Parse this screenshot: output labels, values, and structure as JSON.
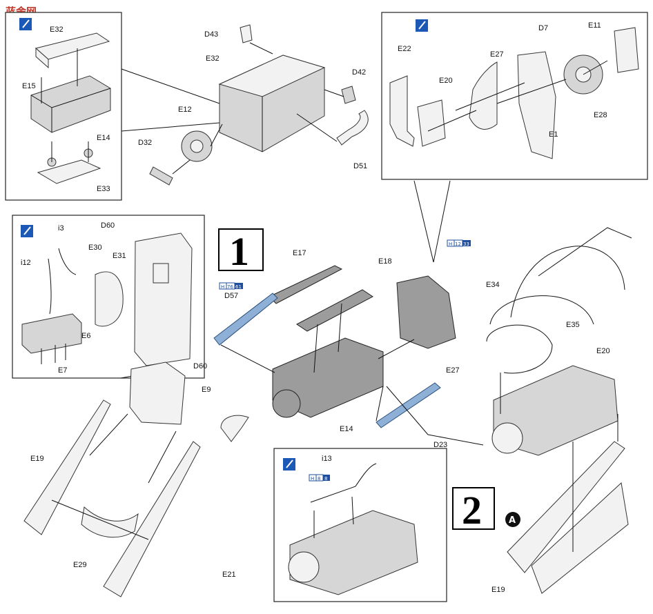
{
  "watermark": "蓝舍网",
  "step1": "1",
  "step2": "2",
  "callout_a": "A",
  "color_tags": {
    "d57": [
      "H",
      "76",
      "61"
    ],
    "e27": [
      "H",
      "12",
      "33"
    ],
    "i13": [
      "H",
      "8",
      "8"
    ]
  },
  "parts": {
    "e32_a": "E32",
    "e15": "E15",
    "e14_a": "E14",
    "e33": "E33",
    "d43": "D43",
    "e32_b": "E32",
    "d42": "D42",
    "e12": "E12",
    "d32": "D32",
    "d51": "D51",
    "e22": "E22",
    "e20_a": "E20",
    "e27_a": "E27",
    "d7": "D7",
    "e11": "E11",
    "e28": "E28",
    "e1": "E1",
    "i3": "i3",
    "d60_a": "D60",
    "i12": "i12",
    "e30": "E30",
    "e31": "E31",
    "e6": "E6",
    "e7": "E7",
    "e17": "E17",
    "e18": "E18",
    "d57": "D57",
    "e27_b": "E27",
    "e9": "E9",
    "e14_b": "E14",
    "d23": "D23",
    "d60_b": "D60",
    "e19_a": "E19",
    "e29": "E29",
    "e21": "E21",
    "i13": "i13",
    "e34": "E34",
    "e35": "E35",
    "e20_b": "E20",
    "e19_b": "E19"
  },
  "colors": {
    "blue_part": "#8fb0d6",
    "tag_blue": "#1f4e9c",
    "paint_blue": "#1c58b5"
  }
}
